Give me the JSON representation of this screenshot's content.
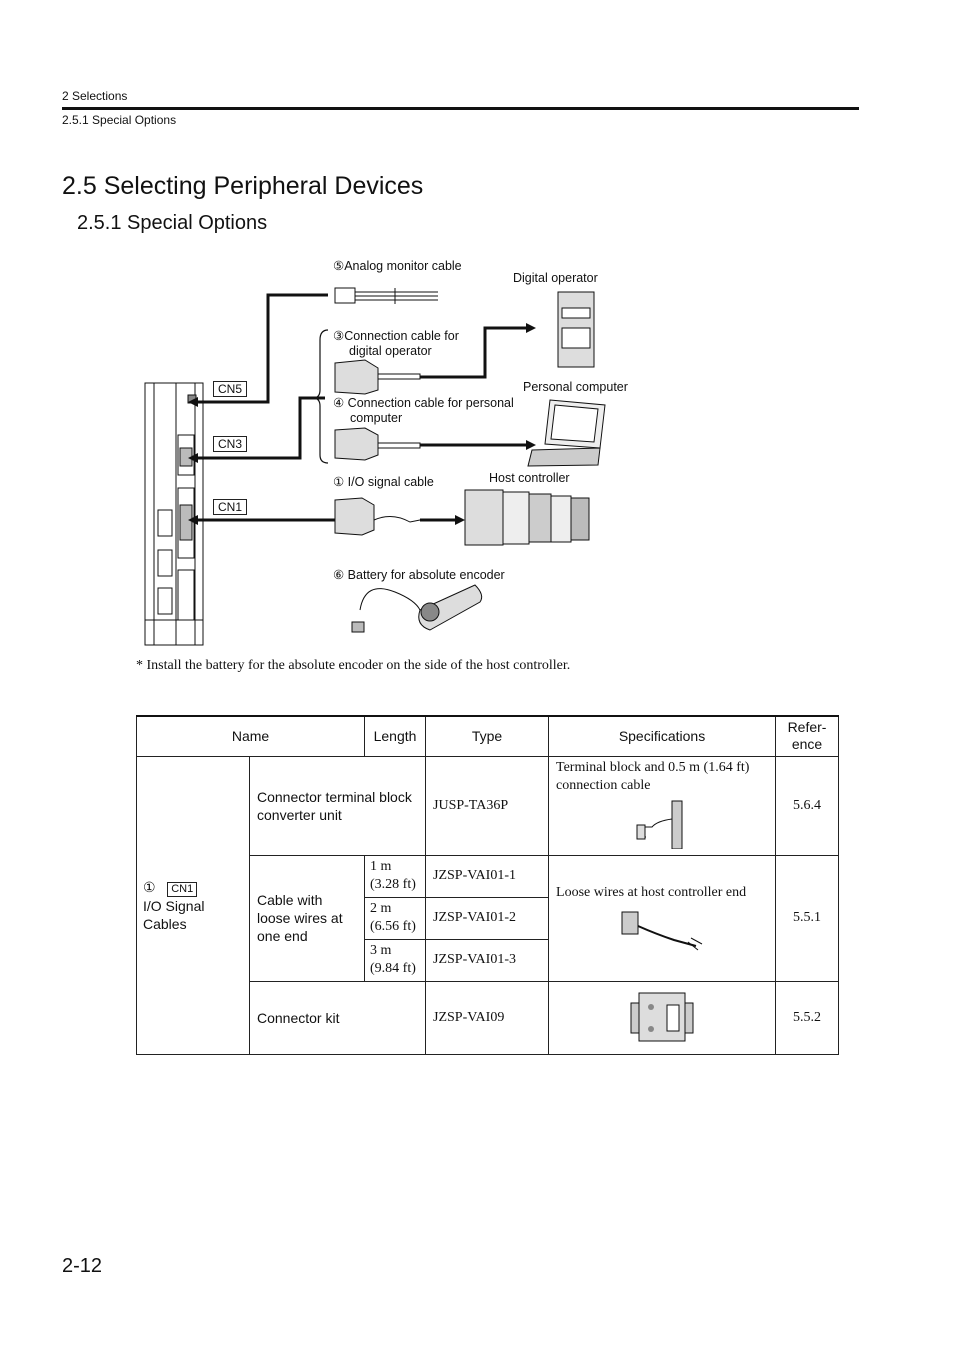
{
  "header": {
    "chapter": "2  Selections",
    "section": "2.5.1  Special Options"
  },
  "title": "2.5  Selecting Peripheral Devices",
  "subtitle": "2.5.1  Special Options",
  "diagram": {
    "connectors": [
      "CN5",
      "CN3",
      "CN1"
    ],
    "labels": {
      "analog": "⑤Analog monitor cable",
      "digital_op": "Digital operator",
      "conn_digital_1": "③Connection cable for",
      "conn_digital_2": "digital operator",
      "personal_computer": "Personal computer",
      "conn_pc_1": "④ Connection cable for personal",
      "conn_pc_2": "computer",
      "io_cable": "① I/O signal cable",
      "host_controller": "Host controller",
      "battery": "⑥  Battery for absolute encoder"
    }
  },
  "note": "*  Install the battery for the absolute encoder on the side of the host controller.",
  "table": {
    "headers": {
      "name": "Name",
      "length": "Length",
      "type": "Type",
      "spec": "Specifications",
      "ref_1": "Refer-",
      "ref_2": "ence"
    },
    "group": {
      "num": "①",
      "cn": "CN1",
      "label": "I/O Signal Cables"
    },
    "rows": {
      "r1": {
        "name": "Connector terminal block converter unit",
        "type": "JUSP-TA36P",
        "spec": "Terminal block and 0.5 m (1.64 ft) connection cable",
        "ref": "5.6.4"
      },
      "r2": {
        "name": "Cable with loose wires at one end",
        "spec": "Loose wires at host controller end",
        "ref": "5.5.1",
        "variants": [
          {
            "len1": "1 m",
            "len2": "(3.28 ft)",
            "type": "JZSP-VAI01-1"
          },
          {
            "len1": "2 m",
            "len2": "(6.56 ft)",
            "type": "JZSP-VAI01-2"
          },
          {
            "len1": "3 m",
            "len2": "(9.84 ft)",
            "type": "JZSP-VAI01-3"
          }
        ]
      },
      "r3": {
        "name": "Connector kit",
        "type": "JZSP-VAI09",
        "ref": "5.5.2"
      }
    }
  },
  "page_number": "2-12"
}
